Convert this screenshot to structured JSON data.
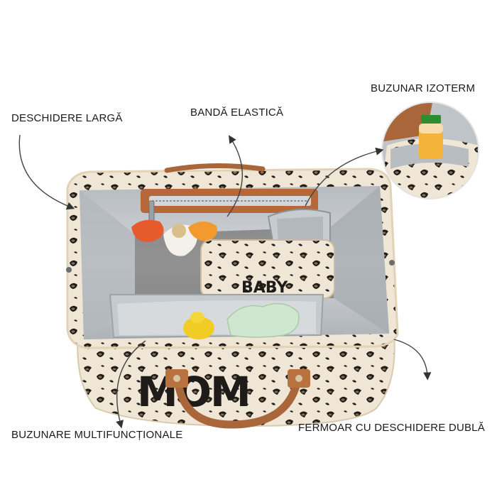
{
  "labels": {
    "wide_opening": "DESCHIDERE LARGĂ",
    "elastic_band": "BANDĂ ELASTICĂ",
    "insulated_pocket": "BUZUNAR IZOTERM",
    "multi_pockets": "BUZUNARE MULTIFUNCȚIONALE",
    "double_zip": "FERMOAR CU DESCHIDERE DUBLĂ"
  },
  "bag_print": {
    "main": "MOM",
    "pouch": "BABY"
  },
  "colors": {
    "canvas": "#efe6d6",
    "leopard_spot": "#1e1b19",
    "leopard_center": "#8a6e55",
    "leather": "#a9663a",
    "lining": "#c9cdd1",
    "lining_shadow": "#9ea3a8",
    "text": "#1a1a1a"
  }
}
